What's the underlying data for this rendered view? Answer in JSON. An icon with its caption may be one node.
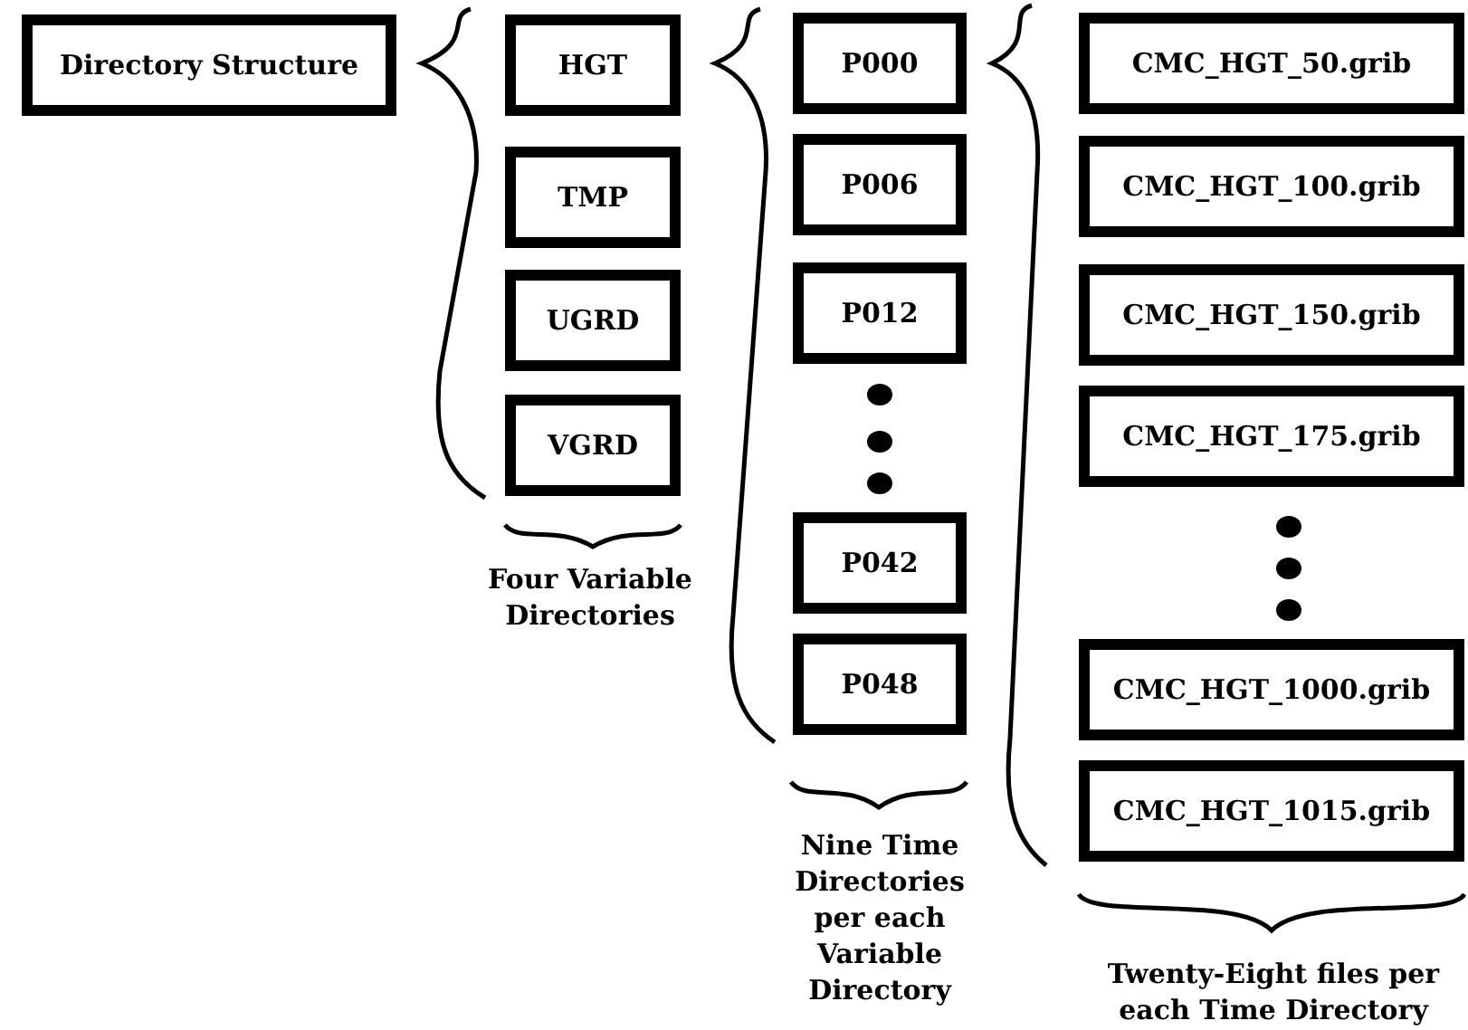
{
  "diagram": {
    "nodes": [
      {
        "text": [
          "Directory Structure"
        ]
      },
      {
        "text": [
          "HGT"
        ]
      },
      {
        "text": [
          "TMP"
        ]
      },
      {
        "text": [
          "UGRD"
        ]
      },
      {
        "text": [
          "VGRD"
        ]
      },
      {
        "text": [
          "P000"
        ]
      },
      {
        "text": [
          "P006"
        ]
      },
      {
        "text": [
          "P012"
        ]
      },
      {
        "text": [
          "P042"
        ]
      },
      {
        "text": [
          "P048"
        ]
      },
      {
        "text": [
          "CMC_HGT_50.grib"
        ]
      },
      {
        "text": [
          "CMC_HGT_100.grib"
        ]
      },
      {
        "text": [
          "CMC_HGT_150.grib"
        ]
      },
      {
        "text": [
          "CMC_HGT_175.grib"
        ]
      },
      {
        "text": [
          "CMC_HGT_1000.grib"
        ]
      },
      {
        "text": [
          "CMC_HGT_1015.grib"
        ]
      }
    ],
    "labels": [
      "Four Variable Directories",
      "Nine Time Directories per each Variable Directory",
      "Twenty-Eight files per each Time Directory"
    ]
  }
}
